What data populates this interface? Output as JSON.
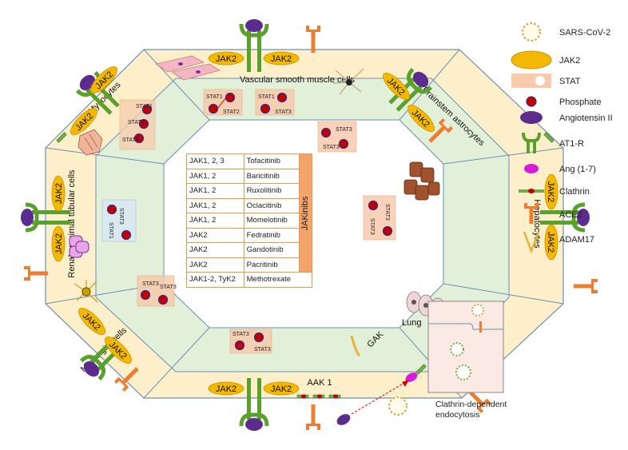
{
  "regions": {
    "vascular": "Vascular smooth muscle cells",
    "brainstem": "Brainstem astrocytes",
    "hepatocytes": "Hepatocytes",
    "lung": "Lung",
    "mesangial": "Mesangial cells",
    "renal": "Renal proximal tubular cells",
    "mycocytes": "Mycocytes"
  },
  "enzymes": {
    "gak": "GAK",
    "aak1": "AAK 1"
  },
  "jak_label": "JAK2",
  "stat_labels": {
    "stat1": "STAT1",
    "stat2": "STAT2",
    "stat3": "STAT3"
  },
  "jak_table": {
    "rows": [
      {
        "target": "JAK1, 2, 3",
        "drug": "Tofacitinib"
      },
      {
        "target": "JAK1, 2",
        "drug": "Baricitinib"
      },
      {
        "target": "JAK1, 2",
        "drug": "Ruxolitinib"
      },
      {
        "target": "JAK1, 2",
        "drug": "Oclacitinib"
      },
      {
        "target": "JAK1, 2",
        "drug": "Momelotinib"
      },
      {
        "target": "JAK2",
        "drug": "Fedratinib"
      },
      {
        "target": "JAK2",
        "drug": "Gandotinib"
      },
      {
        "target": "JAK2",
        "drug": "Pacritinib"
      }
    ],
    "last_row": {
      "target": "JAK1-2, TyK2",
      "drug": "Methotrexate"
    },
    "side_label": "JAKinibs"
  },
  "endocytosis_caption": "Clathrin-dependent endocytosis",
  "legend": [
    {
      "label": "SARS-CoV-2",
      "icon": "virus-icon"
    },
    {
      "label": "JAK2",
      "icon": "jak2-icon"
    },
    {
      "label": "STAT",
      "icon": "stat-icon"
    },
    {
      "label": "Phosphate",
      "icon": "phosphate-icon"
    },
    {
      "label": "Angiotensin II",
      "icon": "angiotensin-ii-icon"
    },
    {
      "label": "AT1-R",
      "icon": "at1r-receptor-icon"
    },
    {
      "label": "Ang (1-7)",
      "icon": "ang-1-7-icon"
    },
    {
      "label": "Clathrin",
      "icon": "clathrin-icon"
    },
    {
      "label": "ACE2",
      "icon": "ace2-icon"
    },
    {
      "label": "ADAM17",
      "icon": "adam17-icon"
    }
  ],
  "colors": {
    "outer_ring": "#fcefc9",
    "inner_ring": "#e2f0d9",
    "outline": "#6c8fb5",
    "jak": "#f5b800",
    "stat": "#f8cbad",
    "phosphate": "#c00000",
    "angiotensin": "#5b2c8e",
    "receptor": "#5aa02c",
    "ace2": "#ed7d31",
    "clathrin": "#70ad47",
    "ang17": "#d81bd8",
    "jakinibs": "#f3a46a"
  }
}
